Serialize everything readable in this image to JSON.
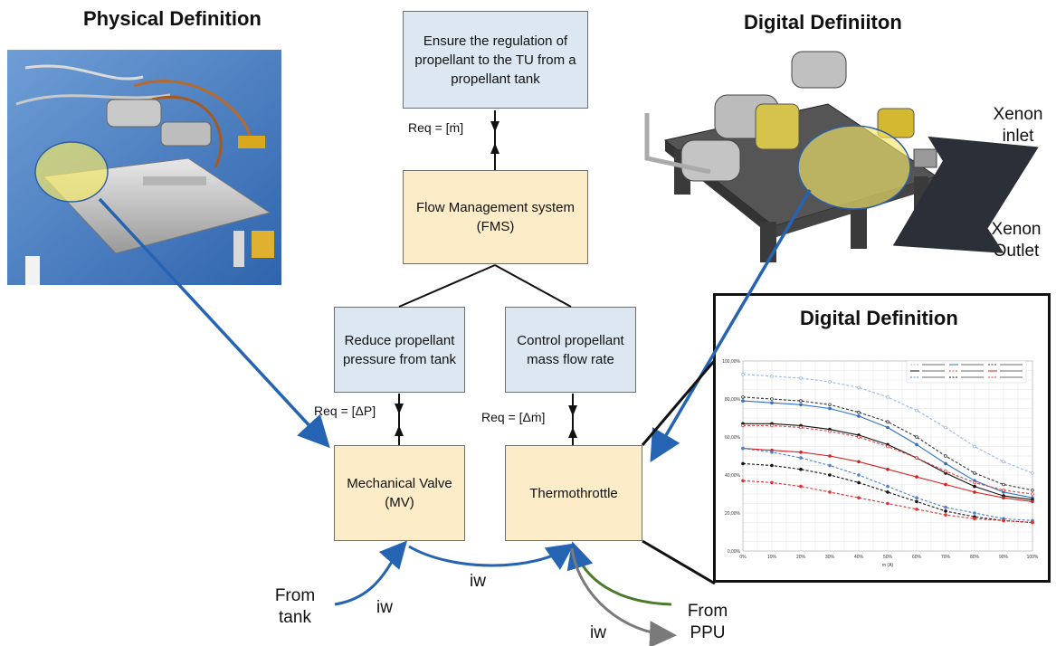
{
  "headings": {
    "physical": "Physical Definition",
    "digital_top": "Digital Definiiton",
    "digital_chart": "Digital Definition"
  },
  "boxes": {
    "top": "Ensure the regulation of propellant to the TU from a propellant tank",
    "fms": "Flow Management system (FMS)",
    "reduce": "Reduce propellant pressure from tank",
    "control": "Control propellant mass flow rate",
    "mv": "Mechanical Valve (MV)",
    "thermo": "Thermothrottle"
  },
  "requirements": {
    "top": "Req = [ṁ]",
    "left": "Req = [ΔP]",
    "right": "Req = [Δṁ]"
  },
  "flows": {
    "from_tank": "From tank",
    "from_ppu": "From PPU",
    "iw_left": "iw",
    "iw_mid": "iw",
    "iw_bottom": "iw",
    "xenon_inlet": "Xenon inlet",
    "xenon_outlet": "Xenon Outlet"
  },
  "colors": {
    "blue_box": "#dce7f2",
    "tan_box": "#fcecc7",
    "arrow_blue": "#2563b3",
    "arrow_green": "#4a7a2e",
    "arrow_gray": "#7a7a7a"
  },
  "chart_data": {
    "type": "line",
    "title": "",
    "xlabel": "m (A)",
    "ylabel": "",
    "x_ticks": [
      "0%",
      "10%",
      "20%",
      "30%",
      "40%",
      "50%",
      "60%",
      "70%",
      "80%",
      "90%",
      "100%"
    ],
    "y_ticks": [
      "0,00%",
      "20,00%",
      "40,00%",
      "60,00%",
      "80,00%",
      "100,00%"
    ],
    "xlim": [
      0,
      100
    ],
    "ylim": [
      0,
      100
    ],
    "grid": true,
    "legend_position": "top-right",
    "x": [
      0,
      10,
      20,
      30,
      40,
      50,
      60,
      70,
      80,
      90,
      100
    ],
    "series": [
      {
        "color": "#9bb7e3",
        "dashed": true,
        "marker": "open",
        "values": [
          93,
          92,
          91,
          89,
          86,
          81,
          74,
          65,
          55,
          47,
          41
        ]
      },
      {
        "color": "#2e6fc4",
        "dashed": false,
        "marker": "filled",
        "values": [
          79,
          78,
          77,
          75,
          71,
          65,
          56,
          46,
          37,
          31,
          28
        ]
      },
      {
        "color": "#333333",
        "dashed": true,
        "marker": "open",
        "values": [
          81,
          80,
          79,
          77,
          73,
          68,
          60,
          50,
          41,
          35,
          32
        ]
      },
      {
        "color": "#111111",
        "dashed": false,
        "marker": "filled",
        "values": [
          67,
          67,
          66,
          64,
          61,
          56,
          49,
          41,
          34,
          29,
          27
        ]
      },
      {
        "color": "#e04040",
        "dashed": true,
        "marker": "open",
        "values": [
          66,
          66,
          65,
          63,
          60,
          55,
          49,
          42,
          36,
          32,
          30
        ]
      },
      {
        "color": "#d62020",
        "dashed": false,
        "marker": "filled",
        "values": [
          54,
          53,
          52,
          50,
          47,
          43,
          39,
          35,
          31,
          28,
          26
        ]
      },
      {
        "color": "#4d7fcf",
        "dashed": true,
        "marker": "filled",
        "values": [
          54,
          52,
          49,
          45,
          40,
          34,
          28,
          23,
          20,
          17,
          16
        ]
      },
      {
        "color": "#111111",
        "dashed": true,
        "marker": "filled",
        "values": [
          46,
          45,
          43,
          40,
          36,
          31,
          26,
          21,
          18,
          16,
          15
        ]
      },
      {
        "color": "#e03030",
        "dashed": true,
        "marker": "filled",
        "values": [
          37,
          36,
          34,
          31,
          28,
          25,
          22,
          19,
          17,
          16,
          15
        ]
      }
    ]
  }
}
